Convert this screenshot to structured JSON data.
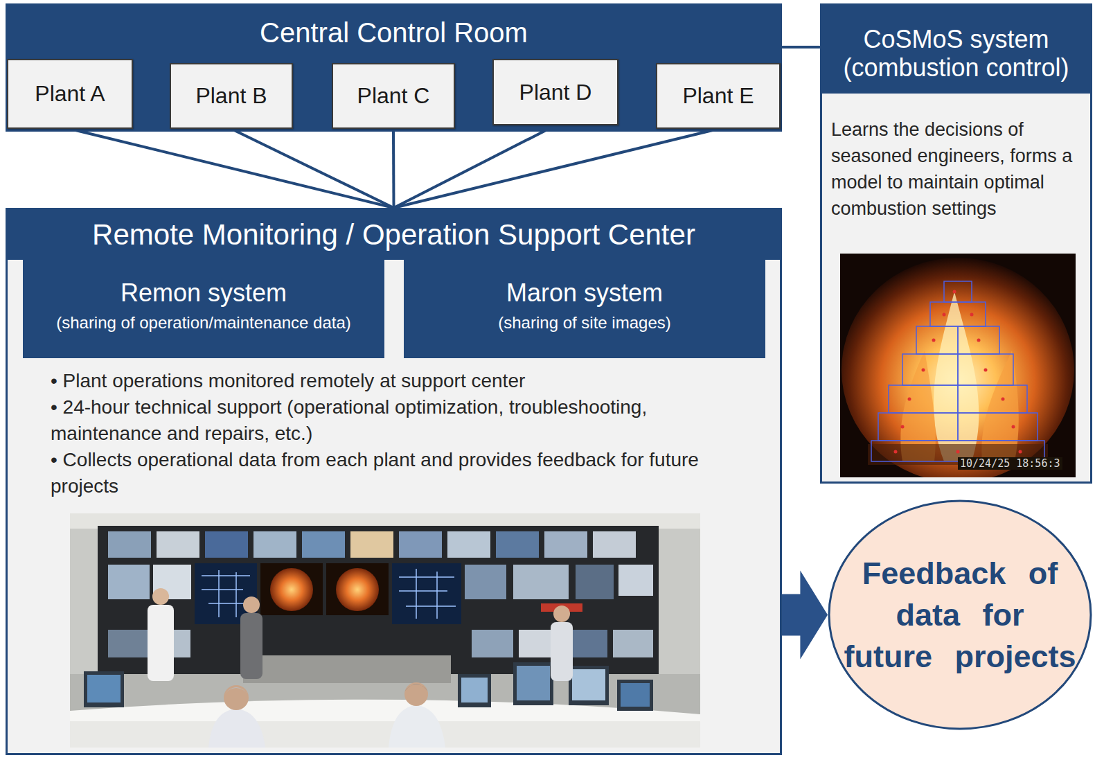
{
  "diagram": {
    "nodes": [
      {
        "text": [
          "Central Control Room"
        ]
      },
      {
        "text": [
          "Plant A"
        ],
        "in": 0
      },
      {
        "text": [
          "Plant B"
        ],
        "in": 0
      },
      {
        "text": [
          "Plant C"
        ],
        "in": 0
      },
      {
        "text": [
          "Plant D"
        ],
        "in": 0
      },
      {
        "text": [
          "Plant E"
        ],
        "in": 0
      },
      {
        "text": [
          "CoSMoS system",
          "(combustion control)",
          "Learns the decisions of seasoned engineers, forms a model to maintain optimal combustion settings"
        ]
      },
      {
        "text": [
          "Remote Monitoring / Operation Support Center",
          "• Plant operations monitored remotely at support center",
          "• 24-hour technical support (operational optimization, troubleshooting, maintenance and repairs, etc.)",
          "• Collects operational data from each plant and provides feedback for future projects"
        ]
      },
      {
        "text": [
          "Remon system",
          "(sharing of operation/maintenance data)"
        ],
        "in": 7
      },
      {
        "text": [
          "Maron system",
          "(sharing of site images)"
        ],
        "in": 7
      },
      {
        "text": [
          "Feedback of data for future projects"
        ]
      }
    ],
    "edges": [
      {
        "from": 1,
        "to": 7,
        "arrow": "none"
      },
      {
        "from": 2,
        "to": 7,
        "arrow": "none"
      },
      {
        "from": 3,
        "to": 7,
        "arrow": "none"
      },
      {
        "from": 4,
        "to": 7,
        "arrow": "none"
      },
      {
        "from": 5,
        "to": 7,
        "arrow": "none"
      },
      {
        "from": 0,
        "to": 6,
        "arrow": "none"
      },
      {
        "from": 7,
        "to": 10,
        "arrow": "to"
      }
    ],
    "labels": [
      "10/24/25 18:56:3"
    ]
  }
}
